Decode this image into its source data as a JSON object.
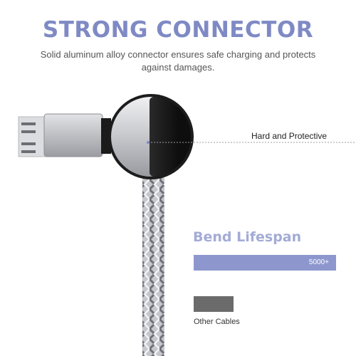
{
  "headline": "STRONG CONNECTOR",
  "subline": "Solid aluminum alloy connector ensures safe charging and protects against damages.",
  "callout": "Hard and Protective",
  "bend": {
    "title": "Bend Lifespan",
    "main_value": "5000+",
    "other_label": "Other Cables"
  },
  "colors": {
    "accent": "#7f8ac4",
    "bar": "#8e97cd",
    "other_bar": "#6b6b6b"
  }
}
